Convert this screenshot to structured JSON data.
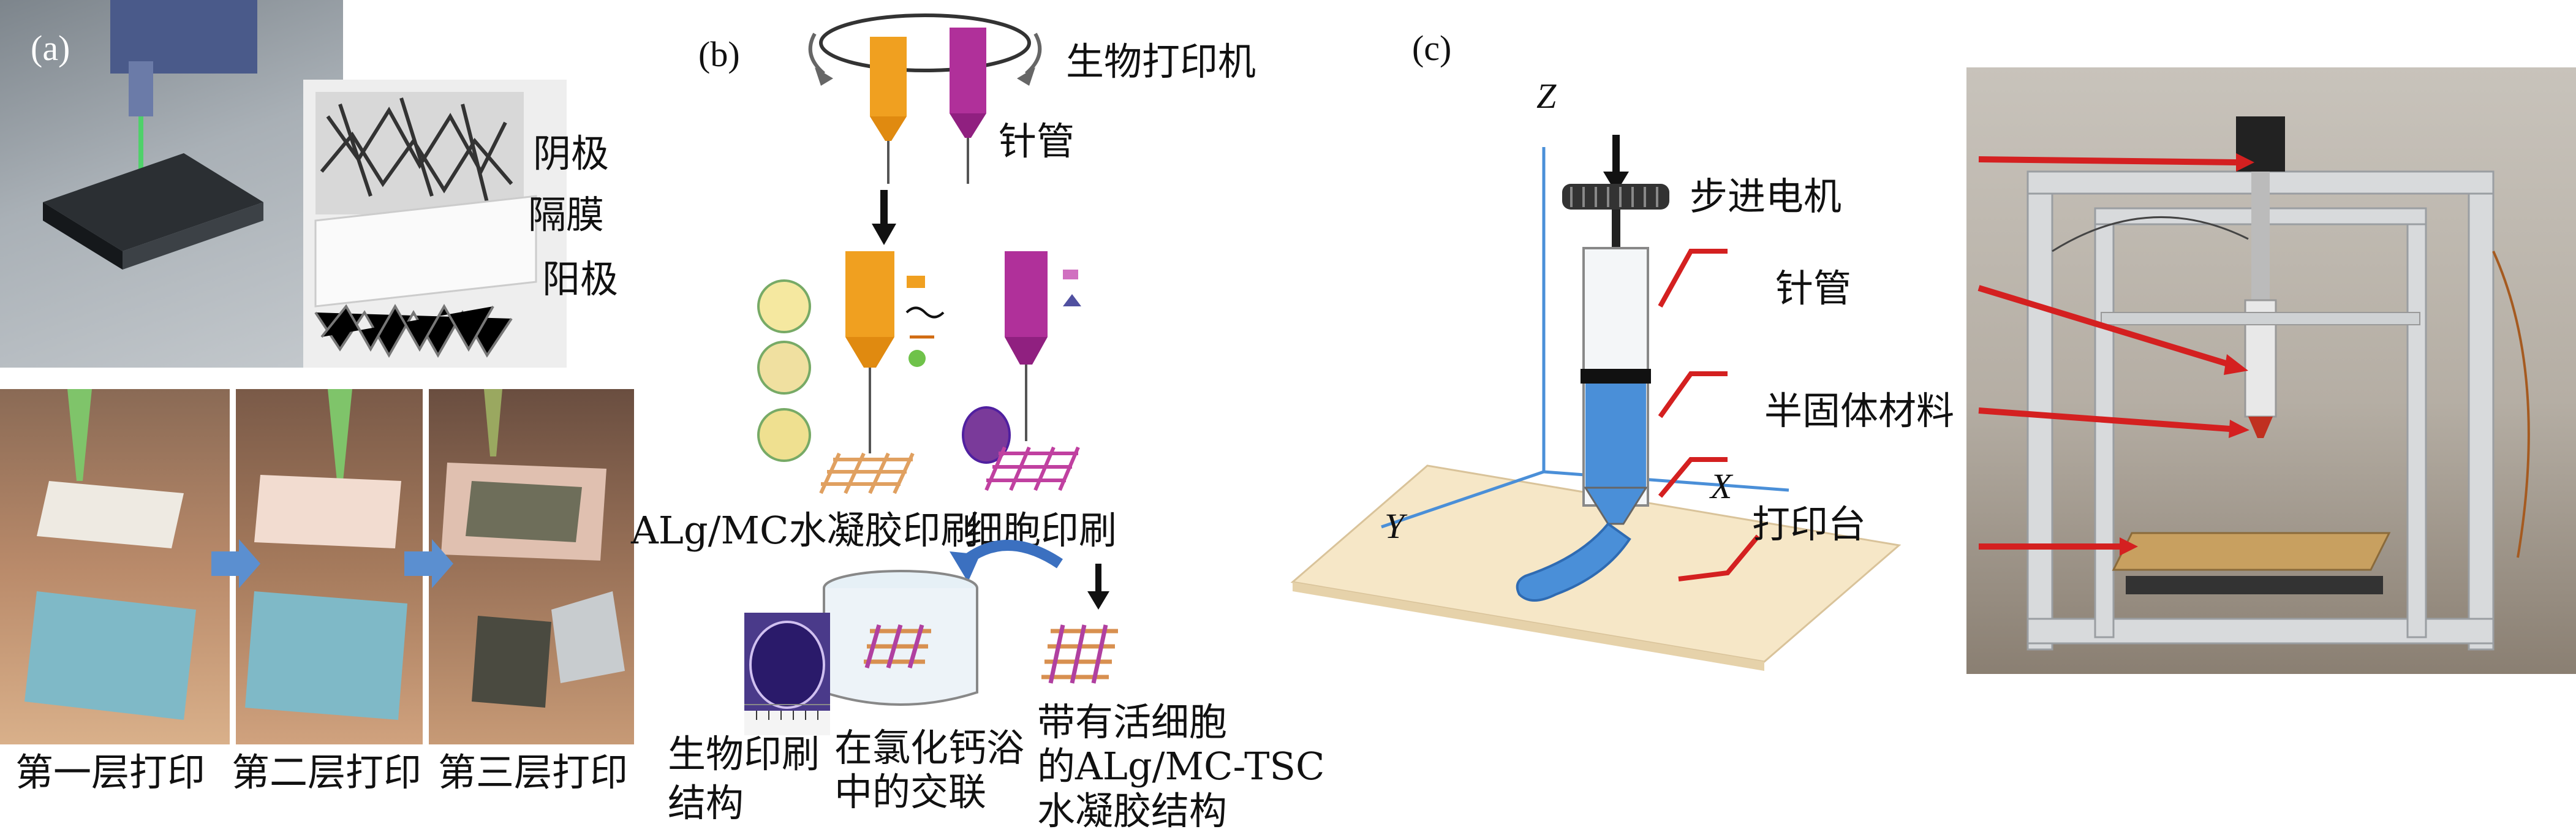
{
  "panel_a": {
    "letter": "(a)",
    "layer_labels": [
      "阴极",
      "隔膜",
      "阳极"
    ],
    "steps": [
      "第一层打印",
      "第二层打印",
      "第三层打印"
    ]
  },
  "panel_b": {
    "letter": "(b)",
    "printer": "生物打印机",
    "syringe": "针管",
    "hydrogel_print": "ALg/MC水凝胶印刷",
    "cell_print": "细胞印刷",
    "structure_line1": "生物印刷",
    "structure_line2": "结构",
    "crosslink_line1": "在氯化钙浴",
    "crosslink_line2": "中的交联",
    "tsc_line1": "带有活细胞",
    "tsc_line2": "的ALg/MC-TSC",
    "tsc_line3": "水凝胶结构"
  },
  "panel_c": {
    "letter": "(c)",
    "axis_z": "Z",
    "axis_x": "X",
    "axis_y": "Y",
    "motor": "步进电机",
    "syringe": "针管",
    "material": "半固体材料",
    "platform": "打印台"
  },
  "colors": {
    "orange_syringe": "#f0a020",
    "magenta_syringe": "#b0309a",
    "blue_material": "#4a8fd8",
    "red_pointer": "#d42020",
    "arrow_blue": "#5b8fd0"
  }
}
